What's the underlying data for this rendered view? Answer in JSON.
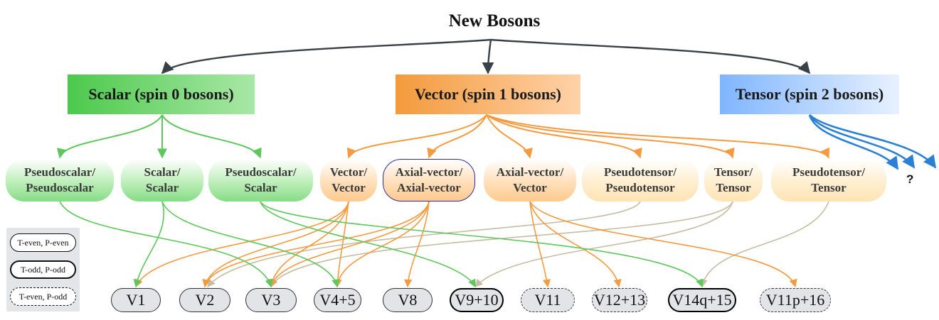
{
  "title": "New Bosons",
  "categories": [
    {
      "label": "Scalar (spin 0 bosons)"
    },
    {
      "label": "Vector (spin 1 bosons)"
    },
    {
      "label": "Tensor (spin 2 bosons)"
    }
  ],
  "subtypes": [
    {
      "line1": "Pseudoscalar/",
      "line2": "Pseudoscalar"
    },
    {
      "line1": "Scalar/",
      "line2": "Scalar"
    },
    {
      "line1": "Pseudoscalar/",
      "line2": "Scalar"
    },
    {
      "line1": "Vector/",
      "line2": "Vector"
    },
    {
      "line1": "Axial-vector/",
      "line2": "Axial-vector"
    },
    {
      "line1": "Axial-vector/",
      "line2": "Vector"
    },
    {
      "line1": "Pseudotensor/",
      "line2": "Pseudotensor"
    },
    {
      "line1": "Tensor/",
      "line2": "Tensor"
    },
    {
      "line1": "Pseudotensor/",
      "line2": "Tensor"
    }
  ],
  "unknown_label": "?",
  "legend": [
    {
      "label": "T-even, P-even"
    },
    {
      "label": "T-odd, P-odd"
    },
    {
      "label": "T-even, P-odd"
    }
  ],
  "terms": [
    {
      "label": "V1"
    },
    {
      "label": "V2"
    },
    {
      "label": "V3"
    },
    {
      "label": "V4+5"
    },
    {
      "label": "V8"
    },
    {
      "label": "V9+10"
    },
    {
      "label": "V11"
    },
    {
      "label": "V12+13"
    },
    {
      "label": "V14q+15"
    },
    {
      "label": "V11p+16"
    }
  ],
  "colors": {
    "top_edges": "#3a4048",
    "scalar": "#5cc75a",
    "vector": "#f59a3e",
    "tensor_subtypes": "#c8bca2",
    "tensor": "#2a7fd6"
  }
}
